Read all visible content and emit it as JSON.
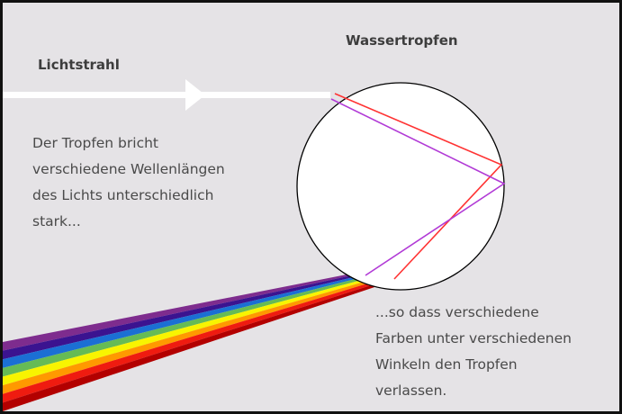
{
  "labels": {
    "light_beam": "Lichtstrahl",
    "water_drop": "Wassertropfen"
  },
  "captions": {
    "refraction": [
      "Der Tropfen bricht",
      "verschiedene Wellenlängen",
      "des Lichts unterschiedlich",
      "stark..."
    ],
    "exit": [
      "...so dass verschiedene",
      "Farben unter verschiedenen",
      "Winkeln den Tropfen",
      "verlassen."
    ]
  },
  "colors": {
    "background": "#e5e3e6",
    "frame": "#111111",
    "drop_fill": "#ffffff",
    "drop_outline": "#000000",
    "light_beam": "#ffffff",
    "ray_red": "#ff3333",
    "ray_violet": "#b13ad6",
    "spectrum": [
      "#7e2c8e",
      "#3b1390",
      "#1b6fd4",
      "#66bb55",
      "#f8f400",
      "#ff9900",
      "#ef1b10",
      "#b30000"
    ]
  }
}
